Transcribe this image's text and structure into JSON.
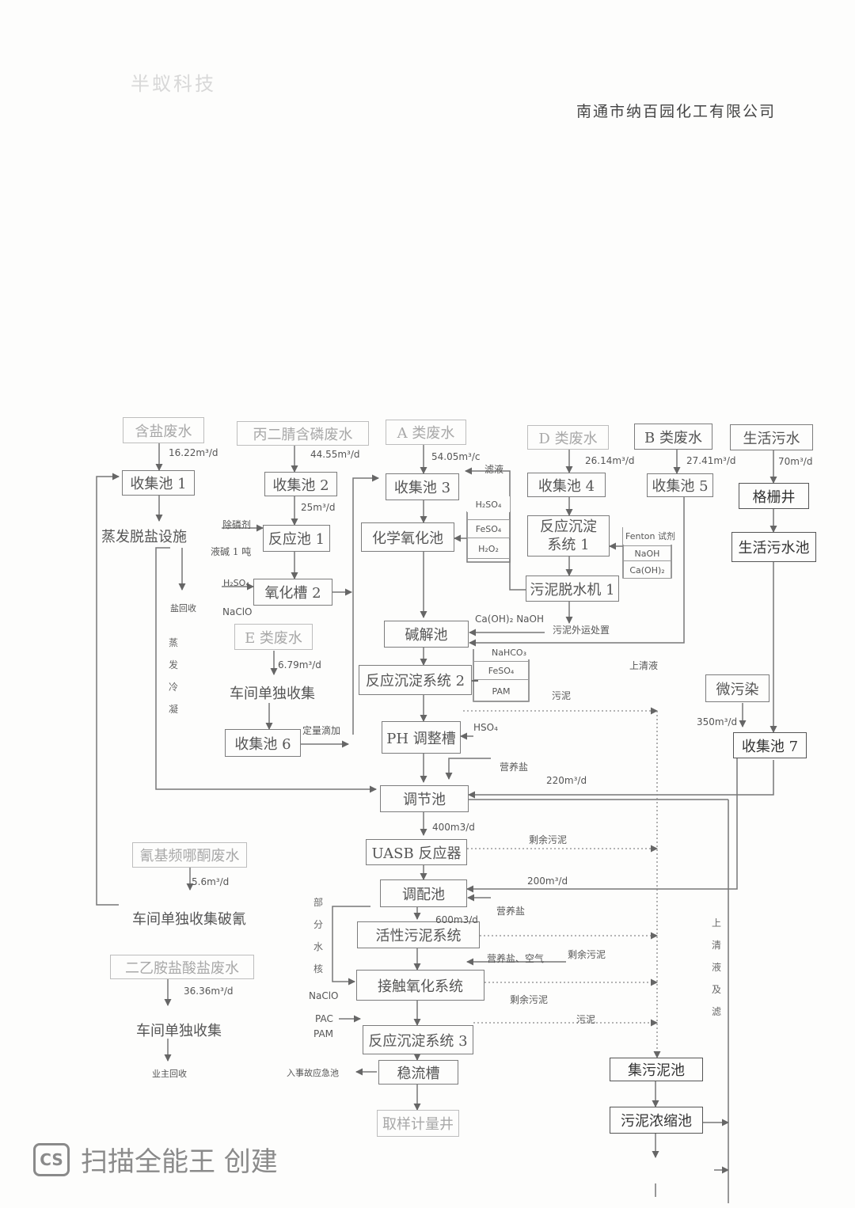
{
  "header": {
    "company": "南通市纳百园化工有限公司",
    "logo_text": "半蚁科技"
  },
  "watermark": {
    "logo": "CS",
    "text": "扫描全能王 创建"
  },
  "sources": {
    "salt": "含盐废水",
    "pn": "丙二腈含磷废水",
    "a": "A 类废水",
    "d": "D 类废水",
    "b": "B 类废水",
    "dom": "生活污水",
    "e": "E 类废水",
    "cyan": "氰基频哪酮废水",
    "diethyl": "二乙胺盐酸盐废水",
    "micro": "微污染"
  },
  "units": {
    "c1": "收集池 1",
    "c2": "收集池 2",
    "c3": "收集池 3",
    "c4": "收集池 4",
    "c5": "收集池 5",
    "c6": "收集池 6",
    "c7": "收集池 7",
    "grille": "格栅井",
    "dompool": "生活污水池",
    "evap": "蒸发脱盐设施",
    "r1": "反应池 1",
    "ox2": "氧化槽 2",
    "chemox": "化学氧化池",
    "rs1a": "反应沉淀",
    "rs1b": "系统 1",
    "dew": "污泥脱水机 1",
    "alk": "碱解池",
    "rs2": "反应沉淀系统 2",
    "ph": "PH 调整槽",
    "adj": "调节池",
    "uasb": "UASB 反应器",
    "mix": "调配池",
    "act": "活性污泥系统",
    "contact": "接触氧化系统",
    "rs3": "反应沉淀系统 3",
    "stable": "稳流槽",
    "sample": "取样计量井",
    "sludge": "集污泥池",
    "thick": "污泥浓缩池",
    "workshop1": "车间单独收集",
    "workshop2": "车间单独收集破氰",
    "workshop3": "车间单独收集"
  },
  "flows": {
    "f1": "16.22m³/d",
    "f2": "44.55m³/d",
    "f3": "54.05m³/c",
    "f4": "26.14m³/d",
    "f5": "27.41m³/d",
    "f6": "70m³/d",
    "f7": "25m³/d",
    "f8": "6.79m³/d",
    "f9": "350m³/d",
    "f10": "220m³/d",
    "f11": "400m3/d",
    "f12": "5.6m³/d",
    "f13": "200m³/d",
    "f14": "600m3/d",
    "f15": "36.36m³/d"
  },
  "chems": {
    "h2so4a": "H₂SO₄",
    "feso4a": "FeSO₄",
    "h2o2": "H₂O₂",
    "fenton": "Fenton 试剂",
    "naoh": "NaOH",
    "caoh": "Ca(OH)₂",
    "caoh_naoh": "Ca(OH)₂ NaOH",
    "nahco3": "NaHCO₃",
    "feso4b": "FeSO₄",
    "pam": "PAM",
    "hso4": "HSO₄",
    "h2so4b": "H₂SO₄",
    "naclo": "NaClO",
    "naclo2": "NaClO",
    "pac": "PAC",
    "pam2": "PAM"
  },
  "labels": {
    "remove_p": "除磷剂",
    "lye": "液碱 1 吨",
    "filtrate": "滤液",
    "salt_recycle": "盐回收",
    "sludge_out": "污泥外运处置",
    "supernatant": "上清液",
    "sludge": "污泥",
    "dosing": "定量滴加",
    "nutrient1": "营养盐",
    "excess1": "剩余污泥",
    "nutrient2": "营养盐",
    "nutrient_air": "营养盐、空气",
    "excess2": "剩余污泥",
    "excess3": "剩余污泥",
    "sludge2": "污泥",
    "emergency": "入事故应急池",
    "reuse": "业主回收",
    "evap_cond": "蒸发冷凝",
    "part_water": "部分水核",
    "super_filter": "上清液及滤"
  }
}
